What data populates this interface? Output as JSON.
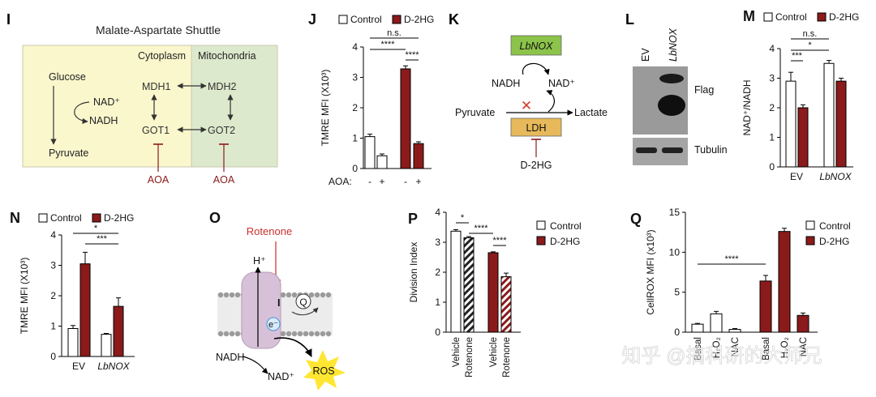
{
  "colors": {
    "control": "#ffffff",
    "d2hg": "#8b1a1a",
    "inhibitor": "#a33a3a",
    "cyto": "#faf7cd",
    "mito": "#dde9cc",
    "panel_border": "#c9c9b0",
    "lbnox": "#8cc34a",
    "ldh": "#e7b95a",
    "membrane": "#c6a9c7",
    "ros": "#ffe633"
  },
  "panel_i": {
    "letter": "I",
    "title": "Malate-Aspartate Shuttle",
    "cytoplasm": "Cytoplasm",
    "mitochondria": "Mitochondria",
    "glucose": "Glucose",
    "nad": "NAD⁺",
    "nadh": "NADH",
    "pyruvate": "Pyruvate",
    "mdh1": "MDH1",
    "mdh2": "MDH2",
    "got1": "GOT1",
    "got2": "GOT2",
    "aoa_1": "AOA",
    "aoa_2": "AOA"
  },
  "panel_k": {
    "letter": "K",
    "lbnox": "LbNOX",
    "nadh": "NADH",
    "nad": "NAD⁺",
    "pyruvate": "Pyruvate",
    "lactate": "Lactate",
    "ldh": "LDH",
    "d2hg": "D-2HG",
    "cross": "✕"
  },
  "panel_l": {
    "letter": "L",
    "lane_ev": "EV",
    "lane_lbnox": "LbNOX",
    "flag": "Flag",
    "tubulin": "Tubulin"
  },
  "panel_o": {
    "letter": "O",
    "rotenone": "Rotenone",
    "h": "H⁺",
    "complex": "I",
    "q": "Q",
    "e": "e⁻",
    "nadh": "NADH",
    "nad": "NAD⁺",
    "ros": "ROS"
  },
  "watermark": "知乎 @搞科研的大师兄",
  "chart_data": [
    {
      "id": "J",
      "type": "bar",
      "ylabel": "TMRE MFI (X10³)",
      "ylim": [
        0,
        4
      ],
      "yticks": [
        0,
        1,
        2,
        3,
        4
      ],
      "legend": [
        "Control",
        "D-2HG"
      ],
      "categories_label": "AOA:",
      "categories": [
        "-",
        "+",
        "-",
        "+"
      ],
      "series": [
        {
          "name": "Control",
          "values": [
            1.05,
            0.42
          ]
        },
        {
          "name": "D-2HG",
          "values": [
            3.28,
            0.82
          ]
        }
      ],
      "errors": {
        "Control": [
          0.08,
          0.06
        ],
        "D-2HG": [
          0.1,
          0.06
        ]
      },
      "significance": [
        "n.s.",
        "****",
        "****"
      ]
    },
    {
      "id": "M",
      "type": "bar",
      "ylabel": "NAD⁺/NADH",
      "ylim": [
        0,
        4
      ],
      "yticks": [
        0,
        1,
        2,
        3,
        4
      ],
      "legend": [
        "Control",
        "D-2HG"
      ],
      "categories": [
        "EV",
        "LbNOX"
      ],
      "series": [
        {
          "name": "Control",
          "values": [
            2.9,
            3.5
          ]
        },
        {
          "name": "D-2HG",
          "values": [
            2.0,
            2.9
          ]
        }
      ],
      "errors": {
        "Control": [
          0.3,
          0.1
        ],
        "D-2HG": [
          0.1,
          0.1
        ]
      },
      "significance": [
        "n.s.",
        "*",
        "***"
      ]
    },
    {
      "id": "N",
      "type": "bar",
      "ylabel": "TMRE MFI (X10³)",
      "ylim": [
        0,
        4
      ],
      "yticks": [
        0,
        1,
        2,
        3,
        4
      ],
      "legend": [
        "Control",
        "D-2HG"
      ],
      "categories": [
        "EV",
        "LbNOX"
      ],
      "series": [
        {
          "name": "Control",
          "values": [
            0.92,
            0.73
          ]
        },
        {
          "name": "D-2HG",
          "values": [
            3.05,
            1.65
          ]
        }
      ],
      "errors": {
        "Control": [
          0.1,
          0.03
        ],
        "D-2HG": [
          0.38,
          0.28
        ]
      },
      "significance": [
        "*",
        "***"
      ]
    },
    {
      "id": "P",
      "type": "bar",
      "ylabel": "Division Index",
      "ylim": [
        0,
        4
      ],
      "yticks": [
        0,
        1,
        2,
        3,
        4
      ],
      "legend": [
        "Control",
        "D-2HG"
      ],
      "categories": [
        "Vehicle",
        "Rotenone",
        "Vehicle",
        "Rotenone"
      ],
      "series": [
        {
          "name": "Control",
          "values": [
            3.37,
            3.15
          ]
        },
        {
          "name": "D-2HG",
          "values": [
            2.65,
            1.85
          ]
        }
      ],
      "errors": {
        "Control": [
          0.05,
          0.04
        ],
        "D-2HG": [
          0.03,
          0.12
        ]
      },
      "significance": [
        "*",
        "****",
        "****"
      ]
    },
    {
      "id": "Q",
      "type": "bar",
      "ylabel": "CellROX MFI (x10³)",
      "ylim": [
        0,
        15
      ],
      "yticks": [
        0,
        5,
        10,
        15
      ],
      "legend": [
        "Control",
        "D-2HG"
      ],
      "categories": [
        "Basal",
        "H₂O₂",
        "NAC",
        "Basal",
        "H₂O₂",
        "NAC"
      ],
      "series": [
        {
          "name": "Control",
          "values": [
            1.0,
            2.3,
            0.35
          ]
        },
        {
          "name": "D-2HG",
          "values": [
            6.4,
            12.6,
            2.1
          ]
        }
      ],
      "errors": {
        "Control": [
          0.1,
          0.3,
          0.1
        ],
        "D-2HG": [
          0.7,
          0.4,
          0.3
        ]
      },
      "significance": [
        "****"
      ]
    }
  ]
}
